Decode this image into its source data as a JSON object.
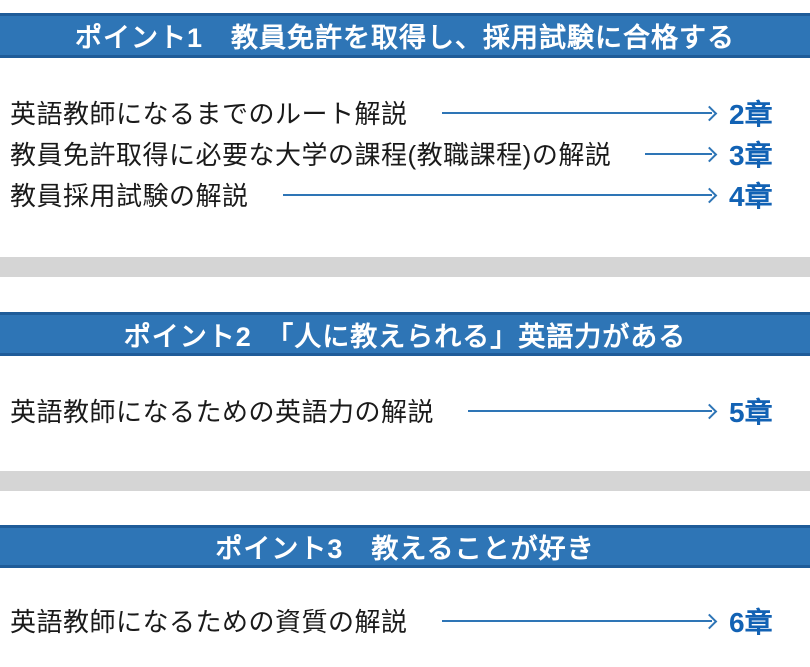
{
  "colors": {
    "header_fill": "#2e75b6",
    "header_border": "#1f5c99",
    "header_text": "#ffffff",
    "body_text": "#1a1a1a",
    "arrow": "#2e75b6",
    "chapter_text": "#1262b4",
    "divider": "#d5d5d5",
    "background": "#ffffff"
  },
  "icons": {
    "arrow": "right-arrow-icon"
  },
  "sections": [
    {
      "header": "ポイント1　教員免許を取得し、採用試験に合格する",
      "rows": [
        {
          "label": "英語教師になるまでのルート解説",
          "chapter": "2章"
        },
        {
          "label": "教員免許取得に必要な大学の課程(教職課程)の解説",
          "chapter": "3章"
        },
        {
          "label": "教員採用試験の解説",
          "chapter": "4章"
        }
      ]
    },
    {
      "header": "ポイント2　「人に教えられる」英語力がある",
      "rows": [
        {
          "label": "英語教師になるための英語力の解説",
          "chapter": "5章"
        }
      ]
    },
    {
      "header": "ポイント3　教えることが好き",
      "rows": [
        {
          "label": "英語教師になるための資質の解説",
          "chapter": "6章"
        }
      ]
    }
  ]
}
